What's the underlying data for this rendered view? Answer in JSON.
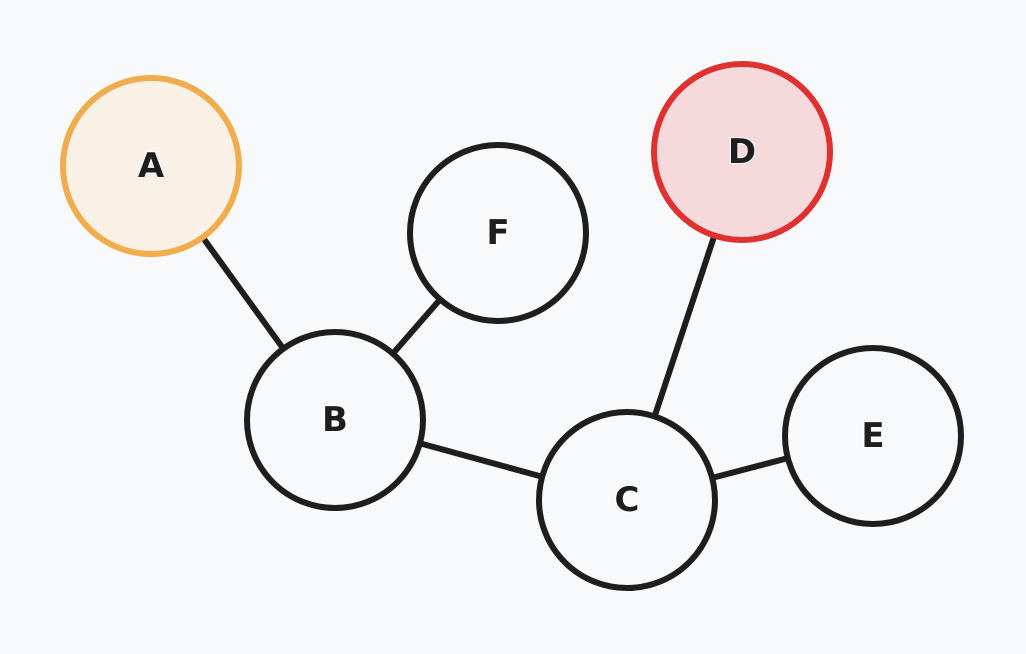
{
  "graph": {
    "nodes": [
      {
        "id": "A",
        "label": "A",
        "fill": "#faf1e6",
        "stroke": "#f0ad4e",
        "state": "highlight-orange"
      },
      {
        "id": "B",
        "label": "B",
        "fill": "#f8f9fa",
        "stroke": "#1e1e1e",
        "state": "default"
      },
      {
        "id": "C",
        "label": "C",
        "fill": "#f8f9fa",
        "stroke": "#1e1e1e",
        "state": "default"
      },
      {
        "id": "D",
        "label": "D",
        "fill": "#f5d9db",
        "stroke": "#e03131",
        "state": "highlight-red"
      },
      {
        "id": "E",
        "label": "E",
        "fill": "#f8f9fa",
        "stroke": "#1e1e1e",
        "state": "default"
      },
      {
        "id": "F",
        "label": "F",
        "fill": "#f8f9fa",
        "stroke": "#1e1e1e",
        "state": "default"
      }
    ],
    "edges": [
      {
        "from": "A",
        "to": "B"
      },
      {
        "from": "B",
        "to": "F"
      },
      {
        "from": "B",
        "to": "C"
      },
      {
        "from": "C",
        "to": "D"
      },
      {
        "from": "C",
        "to": "E"
      }
    ]
  },
  "colors": {
    "background": "#f8f9fa",
    "edge": "#1e1e1e"
  }
}
